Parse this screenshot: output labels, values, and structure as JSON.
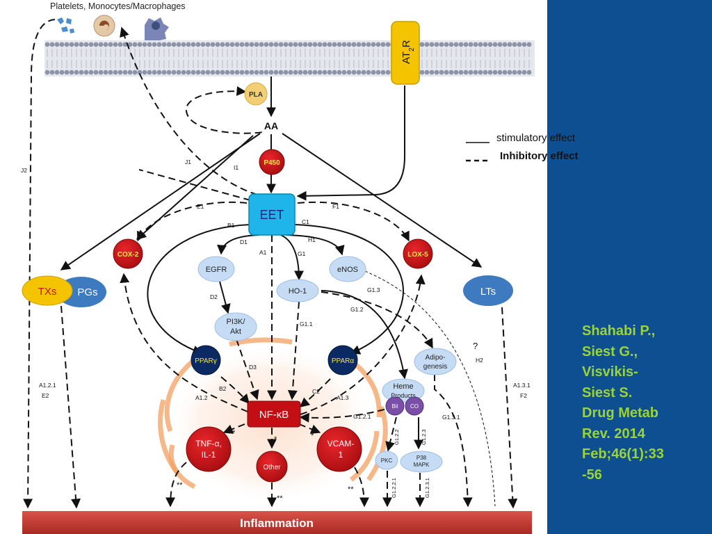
{
  "header": {
    "cells_label": "Platelets, Monocytes/Macrophages"
  },
  "membrane": {
    "receptor_main": "AT",
    "receptor_sub": "2",
    "receptor_tail": "R"
  },
  "nodes": {
    "pla": "PLA",
    "aa": "AA",
    "p450": "P450",
    "eet": "EET",
    "cox2": "COX-2",
    "lox5": "LOX-5",
    "txs": "TXs",
    "pgs": "PGs",
    "lts": "LTs",
    "egfr": "EGFR",
    "enos": "eNOS",
    "ho1": "HO-1",
    "pi3k_1": "PI3K/",
    "pi3k_2": "Akt",
    "ppar_gamma": "PPARγ",
    "ppar_alpha": "PPARα",
    "nfkb": "NF-κB",
    "tnf_1": "TNF-α,",
    "tnf_2": "IL-1",
    "other": "Other",
    "vcam_1": "VCAM-",
    "vcam_2": "1",
    "adipo_1": "Adipo-",
    "adipo_2": "genesis",
    "heme_1": "Heme",
    "heme_2": "Products",
    "bil": "Bil",
    "co": "CO",
    "pkc": "PKC",
    "p38_1": "P38",
    "p38_2": "MAPK",
    "inflammation": "Inflammation"
  },
  "edge_labels": {
    "j1": "J1",
    "i1": "I1",
    "j2": "J2",
    "e1": "E1",
    "f1": "F1",
    "b1": "B1",
    "c1": "C1",
    "d1": "D1",
    "a1": "A1",
    "h1": "H1",
    "g1": "G1",
    "d2": "D2",
    "g11": "G1.1",
    "g12": "G1.2",
    "g13": "G1.3",
    "d3": "D3",
    "b2": "B2",
    "c2": "C2",
    "a12": "A1.2",
    "a13": "A1.3",
    "g121": "G1.2.1",
    "g131": "G1.3.1",
    "h2": "H2",
    "question": "?",
    "a121": "A1.2.1",
    "e2": "E2",
    "a131": "A1.3.1",
    "f2": "F2",
    "g122": "G1.2.2",
    "g123": "G1.2.3",
    "g1221": "G1.2.2.1",
    "g1231": "G1.2.3.1",
    "star": "*",
    "double_star": "**"
  },
  "legend": {
    "stimulatory": "stimulatory effect",
    "inhibitory": "Inhibitory effect"
  },
  "citation": {
    "lines": [
      "Shahabi P.,",
      "Siest G.,",
      "Visvikis-",
      "Siest S.",
      "Drug Metab",
      "Rev. 2014",
      "Feb;46(1):33",
      "-56"
    ]
  },
  "colors": {
    "citation_panel": "#0e4f91",
    "citation_text": "#9bd437",
    "eet_box": "#1fb5ea",
    "red_node": "#c30f14",
    "navy_node": "#0b2a64",
    "light_node": "#c6dcf5",
    "blue_node": "#3e7ac0",
    "yellow_node": "#f5c400",
    "purple_node": "#7a4fa7",
    "inflammation_bar": "#c0392b"
  }
}
